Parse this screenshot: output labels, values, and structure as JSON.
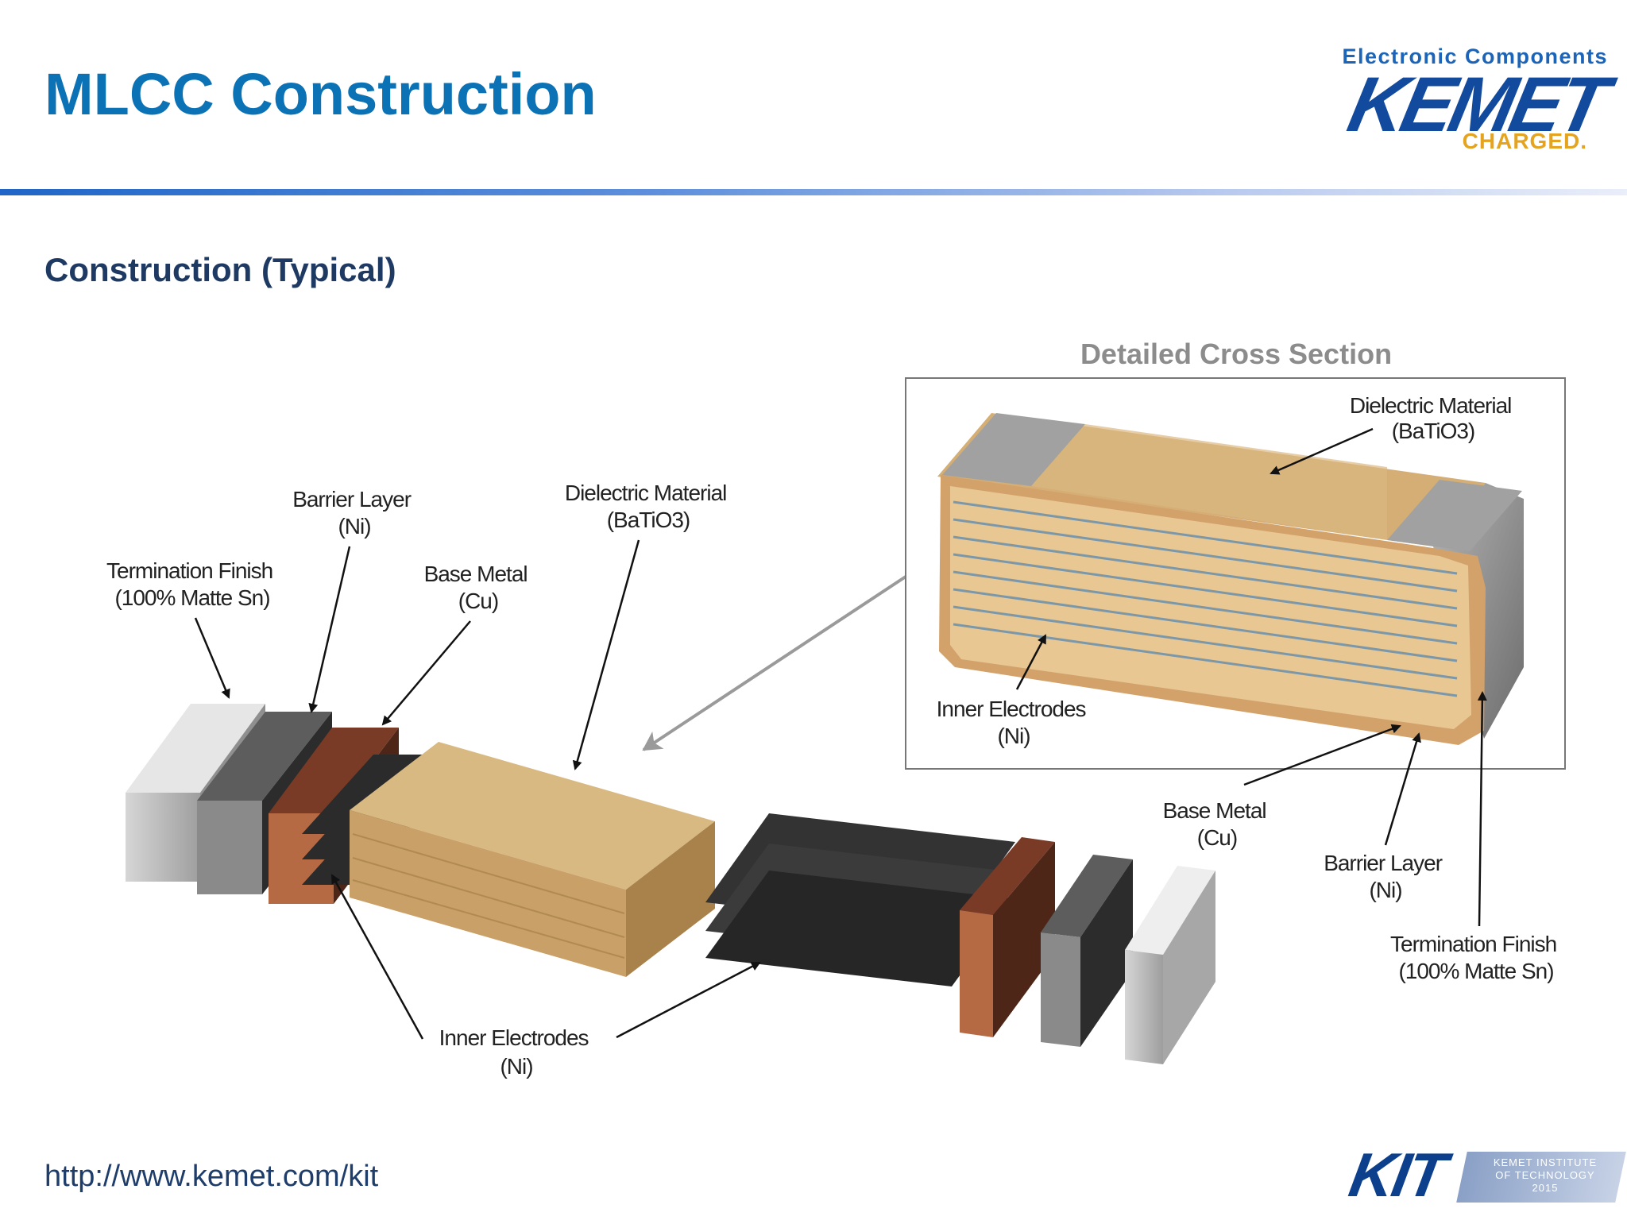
{
  "slide": {
    "title": "MLCC Construction",
    "subtitle": "Construction (Typical)",
    "url": "http://www.kemet.com/kit"
  },
  "logo": {
    "tagline": "Electronic Components",
    "wordmark": "KEMET",
    "slogan": "CHARGED."
  },
  "kit_logo": {
    "wordmark": "KIT",
    "subtext": "KEMET INSTITUTE\nOF TECHNOLOGY\n2015"
  },
  "diagram": {
    "labels": {
      "termination_finish": [
        "Termination Finish",
        "(100% Matte Sn)"
      ],
      "barrier_layer": [
        "Barrier Layer",
        "(Ni)"
      ],
      "base_metal": [
        "Base Metal",
        "(Cu)"
      ],
      "dielectric_material": [
        "Dielectric Material",
        "(BaTiO3)"
      ],
      "inner_electrodes": [
        "Inner Electrodes",
        "(Ni)"
      ]
    },
    "cross_section": {
      "heading": "Detailed Cross Section",
      "dielectric_material": [
        "Dielectric Material",
        "(BaTiO3)"
      ],
      "inner_electrodes": [
        "Inner Electrodes",
        "(Ni)"
      ],
      "base_metal": [
        "Base Metal",
        "(Cu)"
      ],
      "barrier_layer": [
        "Barrier Layer",
        "(Ni)"
      ],
      "termination_finish": [
        "Termination Finish",
        "(100% Matte Sn)"
      ]
    }
  },
  "colors": {
    "title_blue": "#0b72b6",
    "dielectric": "#d8b17a",
    "copper": "#a9593a",
    "nickel_dark": "#3a3a3a",
    "tin_light": "#c8c8c8"
  }
}
